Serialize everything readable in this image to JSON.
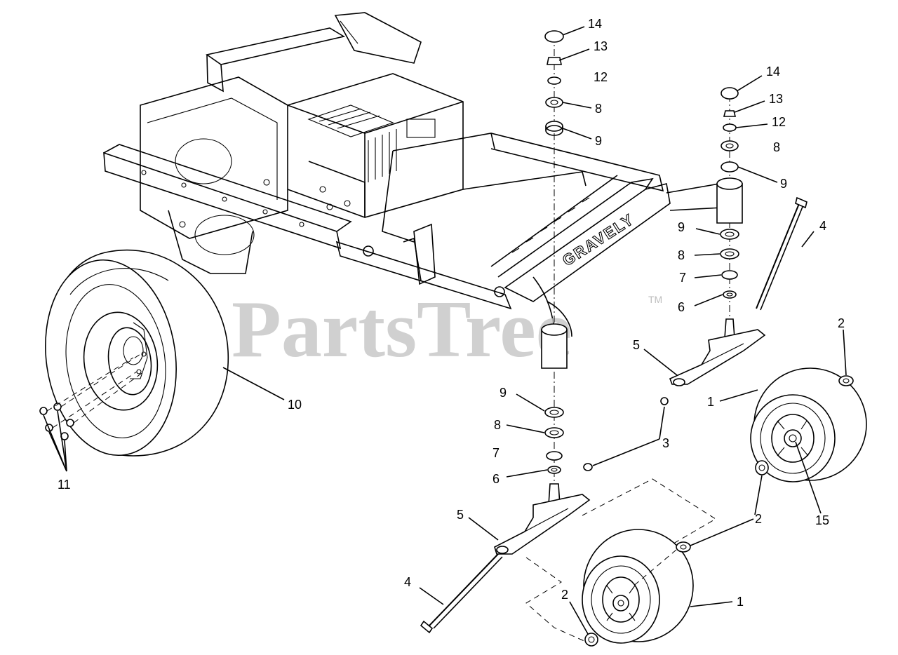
{
  "watermark": {
    "text": "PartsTree",
    "trademark": "TM"
  },
  "frame_brand": "GRAVELY",
  "callouts": {
    "front_axle_left_stack": [
      "14",
      "13",
      "12",
      "8",
      "9"
    ],
    "front_axle_right_stack": [
      "14",
      "13",
      "12",
      "8",
      "9"
    ],
    "right_lower_stack": [
      "9",
      "8",
      "7",
      "6"
    ],
    "lower_stack": [
      "9",
      "8",
      "7",
      "6"
    ],
    "rear_wheel": "10",
    "lug_nuts": "11",
    "fork_upper": "5",
    "fork_lower": "5",
    "axle_bolt_upper": "4",
    "axle_bolt_lower": "4",
    "nut_right": "2",
    "nut_mid": "2",
    "nut_bottom": "2",
    "caster_wheel_upper": "1",
    "caster_wheel_lower": "1",
    "washer_3": "3",
    "hub_15": "15"
  }
}
